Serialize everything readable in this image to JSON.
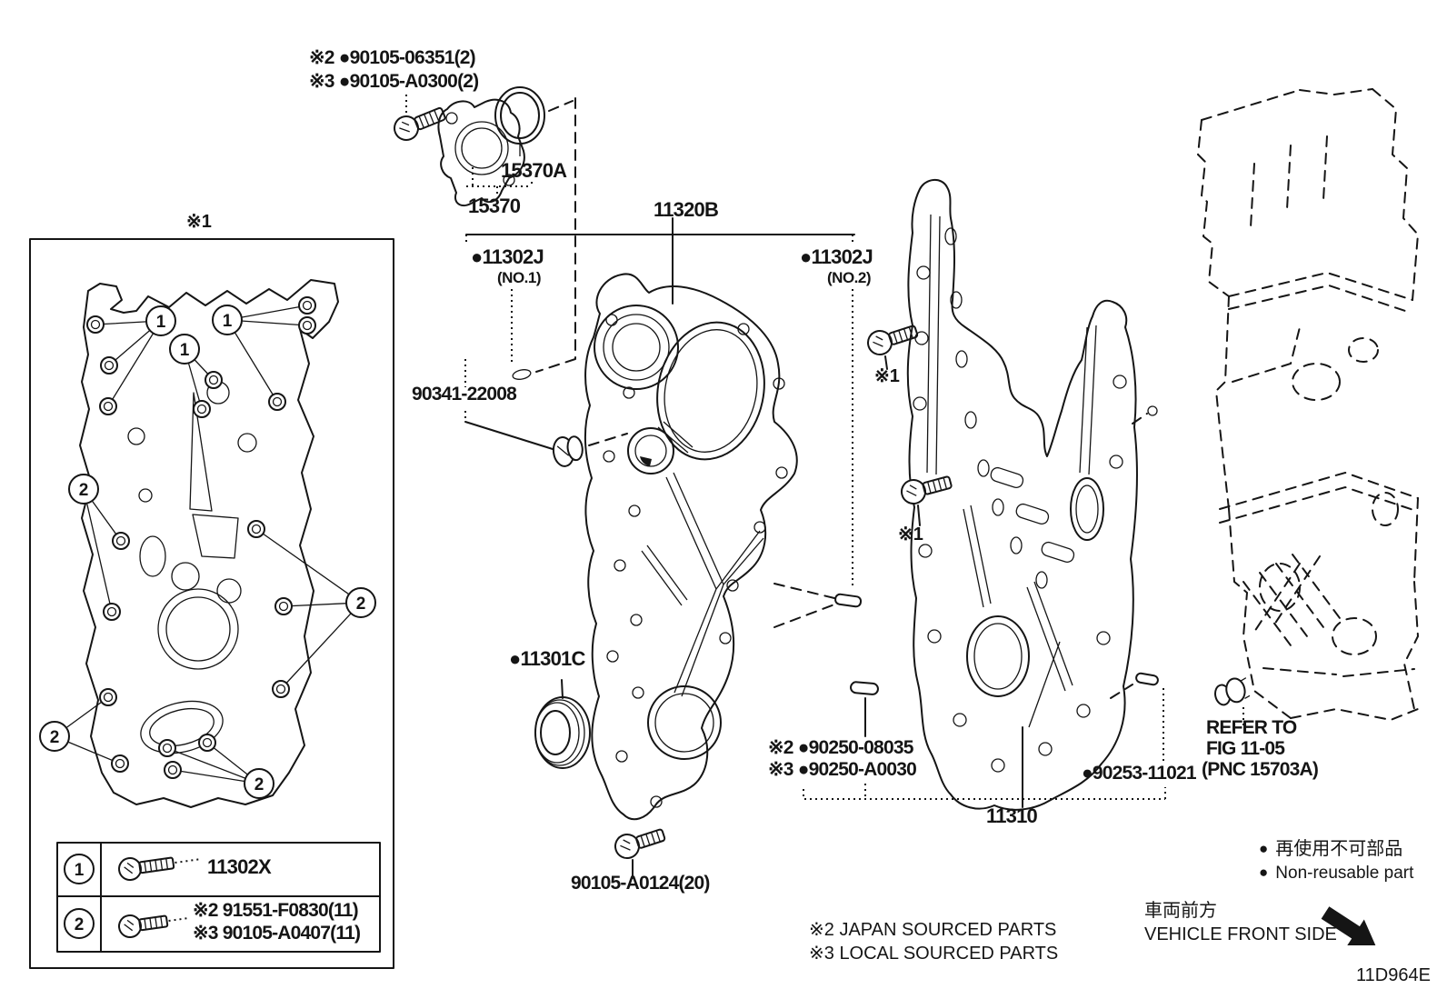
{
  "drawing_code": "11D964E",
  "callout_box": {
    "note": "※1",
    "callout_1": "1",
    "callout_2": "2",
    "legend": {
      "row1": {
        "num": "1",
        "part": "11302X"
      },
      "row2": {
        "num": "2",
        "part_line1": "※2 91551-F0830(11)",
        "part_line2": "※3 90105-A0407(11)"
      }
    }
  },
  "water_inlet": {
    "bolt_note_line1": "※2 ●90105-06351(2)",
    "bolt_note_line2": "※3 ●90105-A0300(2)",
    "seal": "15370A",
    "housing": "15370"
  },
  "timing_cover_sub": {
    "assembly": "11320B",
    "gasket_no1": "●11302J",
    "gasket_no1_note": "(NO.1)",
    "gasket_no2": "●11302J",
    "gasket_no2_note": "(NO.2)",
    "ring_pin": "90341-22008",
    "oil_seal": "●11301C",
    "bolt": "90105-A0124(20)"
  },
  "timing_cover": {
    "assembly": "11310",
    "bolt_note": "※1",
    "pin_note_line1": "※2 ●90250-08035",
    "pin_note_line2": "※3 ●90250-A0030",
    "nozzle": "●90253-11021"
  },
  "engine_ref": {
    "line1": "REFER TO",
    "line2": "FIG 11-05",
    "line3": "(PNC 15703A)"
  },
  "footer": {
    "bullet": "●",
    "nonreusable_jp": "再使用不可部品",
    "nonreusable_en": "Non-reusable part",
    "front_jp": "車両前方",
    "front_en": "VEHICLE FRONT SIDE",
    "source_note2": "※2 JAPAN SOURCED PARTS",
    "source_note3": "※3 LOCAL SOURCED PARTS"
  }
}
